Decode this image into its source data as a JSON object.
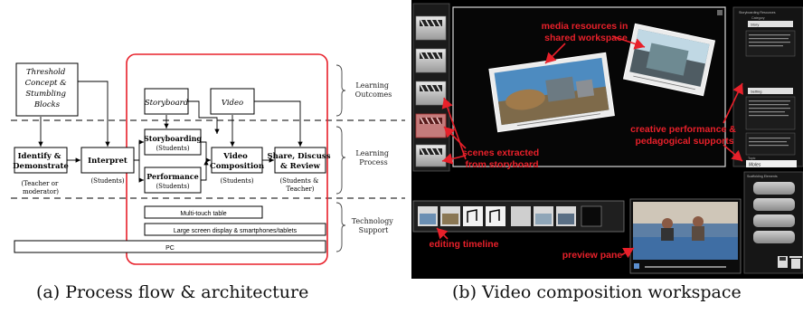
{
  "panel_a": {
    "caption": "(a) Process flow & architecture",
    "boxes": {
      "threshold": [
        "Threshold",
        "Concept &",
        "Stumbling",
        "Blocks"
      ],
      "storyboard": "Storyboard",
      "video": "Video",
      "identify": [
        "Identify &",
        "Demonstrate"
      ],
      "interpret": "Interpret",
      "storyboarding": "Storyboarding",
      "performance": "Performance",
      "video_composition": [
        "Video",
        "Composition"
      ],
      "share": [
        "Share, Discuss",
        "& Review"
      ]
    },
    "roles": {
      "identify": [
        "(Teacher or",
        "moderator)"
      ],
      "interpret": "(Students)",
      "storyboarding": "(Students)",
      "performance": "(Students)",
      "video_composition": "(Students)",
      "share": [
        "(Students &",
        "Teacher)"
      ]
    },
    "tech": {
      "multitouch": "Multi-touch table",
      "large_screen": "Large screen display & smartphones/tablets",
      "pc": "PC"
    },
    "layers": {
      "outcomes": [
        "Learning",
        "Outcomes"
      ],
      "process": [
        "Learning",
        "Process"
      ],
      "technology": [
        "Technology",
        "Support"
      ]
    }
  },
  "panel_b": {
    "caption": "(b) Video composition workspace",
    "annotations": {
      "media": [
        "media resources in",
        "shared workspace"
      ],
      "creative": [
        "creative performance &",
        "pedagogical supports"
      ],
      "scenes": [
        "scenes extracted",
        "from storyboard"
      ],
      "timeline": "editing timeline",
      "preview": "preview pane"
    },
    "right_panel": {
      "header": "Storyboarding Resources",
      "category_label": "Category",
      "category_value": "Story",
      "setting_value": "Setting",
      "topic_label": "Topic",
      "topic_value": "Moles",
      "support_header": "Scaffolding Elements"
    },
    "colors": {
      "annotation": "#e8202a",
      "workspace_bg": "#000000"
    }
  }
}
